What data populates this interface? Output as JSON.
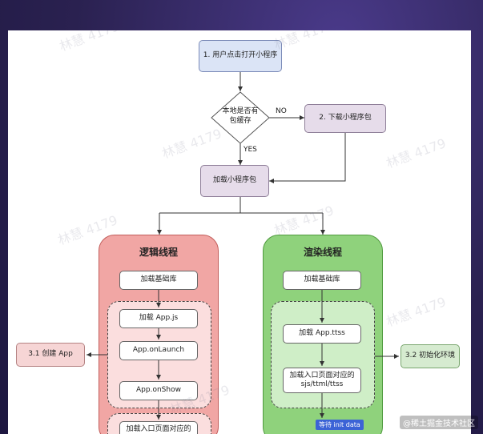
{
  "nodes": {
    "start": "1. 用户点击打开小程序",
    "decision_line1": "本地是否有",
    "decision_line2": "包缓存",
    "download": "2. 下载小程序包",
    "load_package": "加载小程序包",
    "create_app": "3.1 创建 App",
    "init_env": "3.2 初始化环境"
  },
  "edge_labels": {
    "no": "NO",
    "yes": "YES"
  },
  "logic_lane": {
    "title": "逻辑线程",
    "load_lib": "加载基础库",
    "load_app_js": "加载 App.js",
    "on_launch": "App.onLaunch",
    "on_show": "App.onShow",
    "load_entry": "加载入口页面对应的"
  },
  "render_lane": {
    "title": "渲染线程",
    "load_lib": "加载基础库",
    "load_app_ttss": "加载 App.ttss",
    "load_entry_line1": "加载入口页面对应的",
    "load_entry_line2": "sjs/ttml/ttss",
    "wait_badge": "等待 init data"
  },
  "watermarks": [
    "林慧 4179",
    "林慧 4179",
    "林慧 4179",
    "林慧 4179",
    "林慧 4179",
    "林慧 4179",
    "林慧 4179",
    "林慧 4179"
  ],
  "site_mark": "@稀土掘金技术社区",
  "colors": {
    "logic_lane": "#f1a6a4",
    "render_lane": "#8fd27c",
    "start_node": "#dbe4f6",
    "process_node": "#e6dcea"
  }
}
